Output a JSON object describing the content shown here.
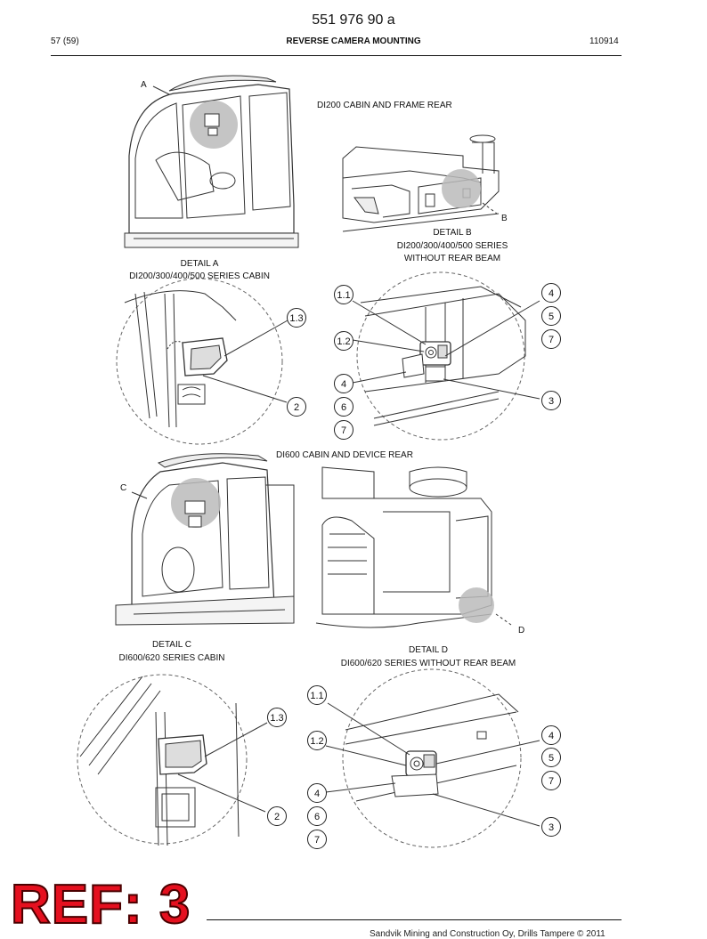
{
  "header": {
    "doc_number": "551 976 90 a",
    "page": "57 (59)",
    "title": "REVERSE CAMERA MOUNTING",
    "code": "110914"
  },
  "section_top": {
    "rear_view_label": "DI200 CABIN AND FRAME REAR",
    "point_a": "A",
    "point_b": "B",
    "detail_b_title": "DETAIL B",
    "detail_b_line1": "DI200/300/400/500 SERIES",
    "detail_b_line2": "WITHOUT REAR BEAM",
    "detail_a_title": "DETAIL A",
    "detail_a_line1": "DI200/300/400/500 SERIES CABIN"
  },
  "section_bottom": {
    "rear_view_label": "DI600 CABIN AND DEVICE REAR",
    "point_c": "C",
    "point_d": "D",
    "detail_c_title": "DETAIL C",
    "detail_c_line1": "DI600/620 SERIES CABIN",
    "detail_d_title": "DETAIL D",
    "detail_d_line1": "DI600/620 SERIES WITHOUT REAR BEAM"
  },
  "callouts": {
    "c1_1": "1.1",
    "c1_2": "1.2",
    "c1_3": "1.3",
    "c2": "2",
    "c3": "3",
    "c4": "4",
    "c5": "5",
    "c6": "6",
    "c7": "7"
  },
  "stamp": "REF: 3",
  "footer": "Sandvik Mining and Construction Oy, Drills Tampere © 2011"
}
